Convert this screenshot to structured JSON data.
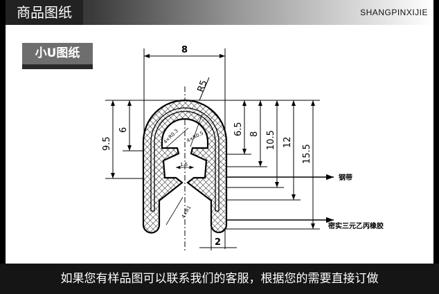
{
  "header": {
    "title": "商品图纸",
    "subtitle": "SHANGPINXIJIE"
  },
  "section_label": "小U图纸",
  "diagram": {
    "width_dim": "8",
    "radius_outer": "R5",
    "radius_inner_small": "4×R0.3",
    "radius_inner": "4×R0.5",
    "radius_fin": "4×R1",
    "gap_dim": "1.5",
    "leg_dim": "2",
    "left_dims": [
      "9.5",
      "6"
    ],
    "right_dims": [
      "6.5",
      "8",
      "10.5",
      "12",
      "15.5"
    ],
    "callout_steel": "钢带",
    "callout_rubber": "密实三元乙丙橡胶"
  },
  "footer": {
    "text": "如果您有样品图可以联系我们的客服，根据您的需要直接订做"
  }
}
